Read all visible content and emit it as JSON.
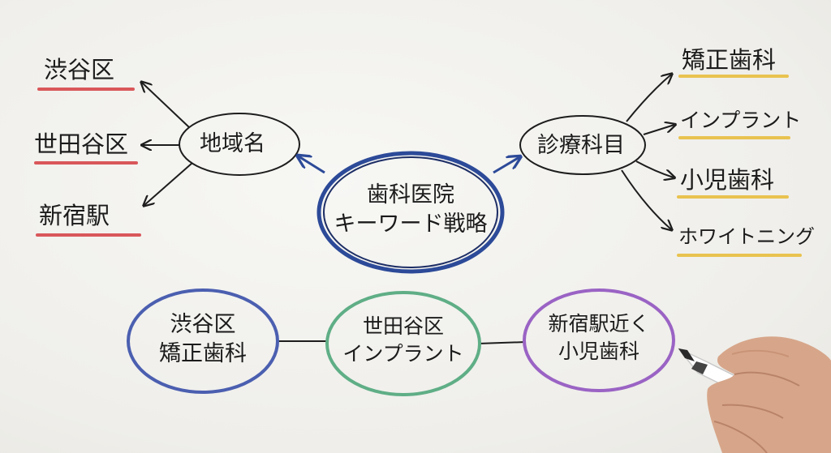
{
  "center": {
    "line1": "歯科医院",
    "line2": "キーワード戦略"
  },
  "left_hub": {
    "label": "地域名"
  },
  "right_hub": {
    "label": "診療科目"
  },
  "regions": [
    "渋谷区",
    "世田谷区",
    "新宿駅"
  ],
  "treatments": [
    "矯正歯科",
    "インプラント",
    "小児歯科",
    "ホワイトニング"
  ],
  "combos": [
    {
      "line1": "渋谷区",
      "line2": "矯正歯科",
      "color": "#4b5fb0"
    },
    {
      "line1": "世田谷区",
      "line2": "インプラント",
      "color": "#5fae86"
    },
    {
      "line1": "新宿駅近く",
      "line2": "小児歯科",
      "color": "#9a63c4"
    }
  ],
  "colors": {
    "center_ring": "#2c4a98",
    "region_underline": "#d9575a",
    "treatment_underline": "#e9c350"
  }
}
